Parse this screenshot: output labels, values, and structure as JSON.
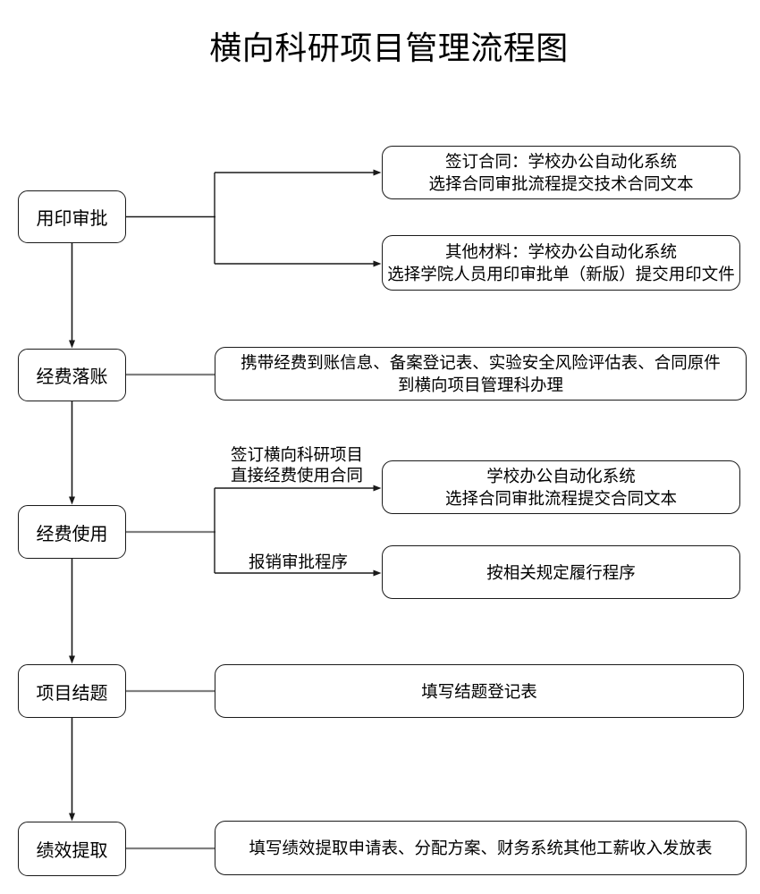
{
  "title": "横向科研项目管理流程图",
  "colors": {
    "box_border": "#1a1a1a",
    "connector_gray": "#808080",
    "line_dark": "#1a1a1a",
    "text": "#000000",
    "background": "#ffffff"
  },
  "stages": [
    {
      "label": "用印审批"
    },
    {
      "label": "经费落账"
    },
    {
      "label": "经费使用"
    },
    {
      "label": "项目结题"
    },
    {
      "label": "绩效提取"
    }
  ],
  "details": {
    "sign_contract": {
      "line1": "签订合同：学校办公自动化系统",
      "line2": "选择合同审批流程提交技术合同文本"
    },
    "other_materials": {
      "line1": "其他材料：学校办公自动化系统",
      "line2": "选择学院人员用印审批单（新版）提交用印文件"
    },
    "funds_arrival": {
      "line1": "携带经费到账信息、备案登记表、实验安全风险评估表、合同原件",
      "line2": "到横向项目管理科办理"
    },
    "oa_contract": {
      "line1": "学校办公自动化系统",
      "line2": "选择合同审批流程提交合同文本"
    },
    "reimbursement_procedure": {
      "line1": "按相关规定履行程序"
    },
    "conclusion_form": {
      "line1": "填写结题登记表"
    },
    "performance_forms": {
      "line1": "填写绩效提取申请表、分配方案、财务系统其他工薪收入发放表"
    }
  },
  "branch_labels": {
    "direct_contract": {
      "line1": "签订横向科研项目",
      "line2": "直接经费使用合同"
    },
    "reimbursement": {
      "line1": "报销审批程序"
    }
  }
}
